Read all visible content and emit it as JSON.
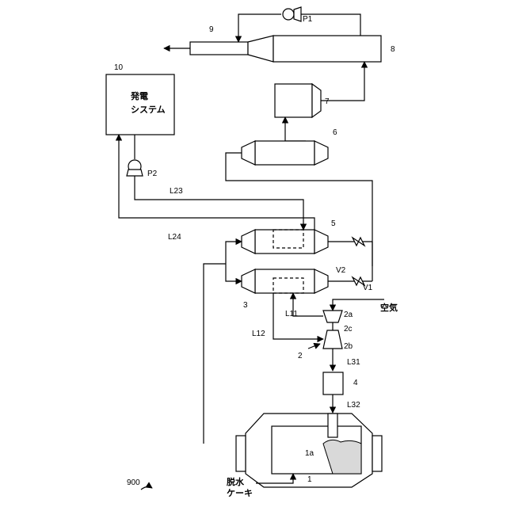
{
  "labels": {
    "fig_no": "900",
    "furnace": "1",
    "furnace_part": "1a",
    "turbo": "2",
    "compressor": "2a",
    "turbine": "2b",
    "shaft": "2c",
    "preheater": "3",
    "cyclone": "4",
    "exchanger": "5",
    "scrubber6": "6",
    "unit7": "7",
    "tower8": "8",
    "stack9": "9",
    "power": "10",
    "pump1": "P1",
    "pump2": "P2",
    "valve1": "V1",
    "valve2": "V2",
    "l11": "L11",
    "l12": "L12",
    "l23": "L23",
    "l24": "L24",
    "l31": "L31",
    "l32": "L32",
    "air": "空気",
    "cake": "脱水\nケーキ",
    "power_text": "発電\nシステム"
  }
}
